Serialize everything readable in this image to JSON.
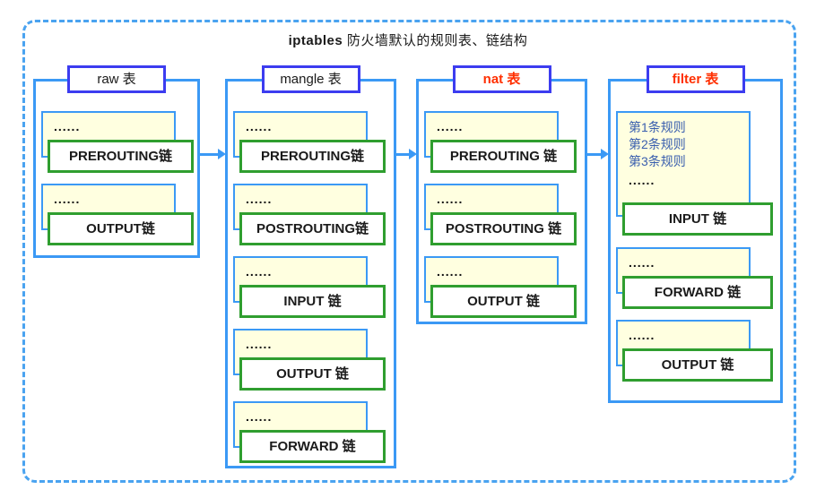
{
  "title": {
    "brand": "iptables",
    "rest": " 防火墙默认的规则表、链结构"
  },
  "colors": {
    "outer_dashed_border": "#4aa3f0",
    "column_border": "#3b99f5",
    "table_title_border": "#3c3cf0",
    "chain_box_border": "#2f9e2f",
    "note_fill": "#ffffe0",
    "accent_red": "#ff2f00",
    "rules_text_blue": "#3a5fae"
  },
  "diagram": {
    "columns": [
      {
        "id": "raw",
        "title": "raw 表",
        "accent": false,
        "chains": [
          {
            "dots": "......",
            "label": "PREROUTING链"
          },
          {
            "dots": "......",
            "label": "OUTPUT链"
          }
        ]
      },
      {
        "id": "mangle",
        "title": "mangle 表",
        "accent": false,
        "chains": [
          {
            "dots": "......",
            "label": "PREROUTING链"
          },
          {
            "dots": "......",
            "label": "POSTROUTING链"
          },
          {
            "dots": "......",
            "label": "INPUT 链"
          },
          {
            "dots": "......",
            "label": "OUTPUT 链"
          },
          {
            "dots": "......",
            "label": "FORWARD 链"
          }
        ]
      },
      {
        "id": "nat",
        "title": "nat 表",
        "accent": true,
        "chains": [
          {
            "dots": "......",
            "label": "PREROUTING 链"
          },
          {
            "dots": "......",
            "label": "POSTROUTING 链"
          },
          {
            "dots": "......",
            "label": "OUTPUT 链"
          }
        ]
      },
      {
        "id": "filter",
        "title": "filter 表",
        "accent": true,
        "chains": [
          {
            "rules": [
              "第1条规则",
              "第2条规则",
              "第3条规则"
            ],
            "dots": "......",
            "label": "INPUT 链"
          },
          {
            "dots": "......",
            "label": "FORWARD 链"
          },
          {
            "dots": "......",
            "label": "OUTPUT 链"
          }
        ]
      }
    ],
    "arrows": [
      {
        "id": "raw-to-mangle"
      },
      {
        "id": "mangle-to-nat"
      },
      {
        "id": "nat-to-filter"
      }
    ]
  }
}
